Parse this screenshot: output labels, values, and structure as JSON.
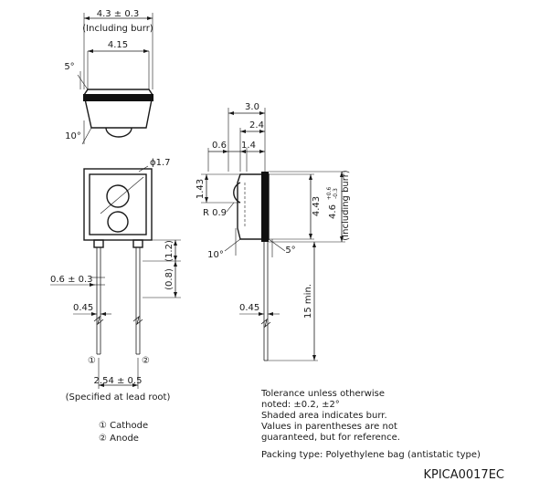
{
  "top_view": {
    "width_burr": "4.3 ± 0.3",
    "burr_note": "(Including burr)",
    "width": "4.15",
    "angle_top": "5°",
    "angle_bottom": "10°"
  },
  "front_view": {
    "lens_dia": "ϕ1.7",
    "lead_dim": "0.6 ± 0.3",
    "lead_width": "0.45",
    "dim_1_2": "(1.2)",
    "dim_0_8": "(0.8)",
    "pin1_mark": "①",
    "pin2_mark": "②",
    "pitch": "2.54 ± 0.5",
    "pitch_note": "(Specified at lead root)"
  },
  "side_view": {
    "dim_3_0": "3.0",
    "dim_2_4": "2.4",
    "dim_0_6": "0.6",
    "dim_1_4": "1.4",
    "dim_1_43": "1.43",
    "radius": "R 0.9",
    "dim_4_43": "4.43",
    "dim_4_6": "4.6",
    "dim_4_6_tol_plus": "+0.6",
    "dim_4_6_tol_minus": "-0.3",
    "burr_note": "(Including burr)",
    "angle_left": "10°",
    "angle_right": "5°",
    "lead_width": "0.45",
    "lead_length": "15 min."
  },
  "legend": {
    "cathode": "① Cathode",
    "anode": "② Anode"
  },
  "notes": {
    "tolerance_1": "Tolerance unless otherwise",
    "tolerance_2": "noted: ±0.2, ±2°",
    "shaded": "Shaded area indicates burr.",
    "parentheses_1": "Values in parentheses are not",
    "parentheses_2": "guaranteed, but for reference.",
    "packing": "Packing type: Polyethylene bag (antistatic type)"
  },
  "drawing_code": "KPICA0017EC"
}
